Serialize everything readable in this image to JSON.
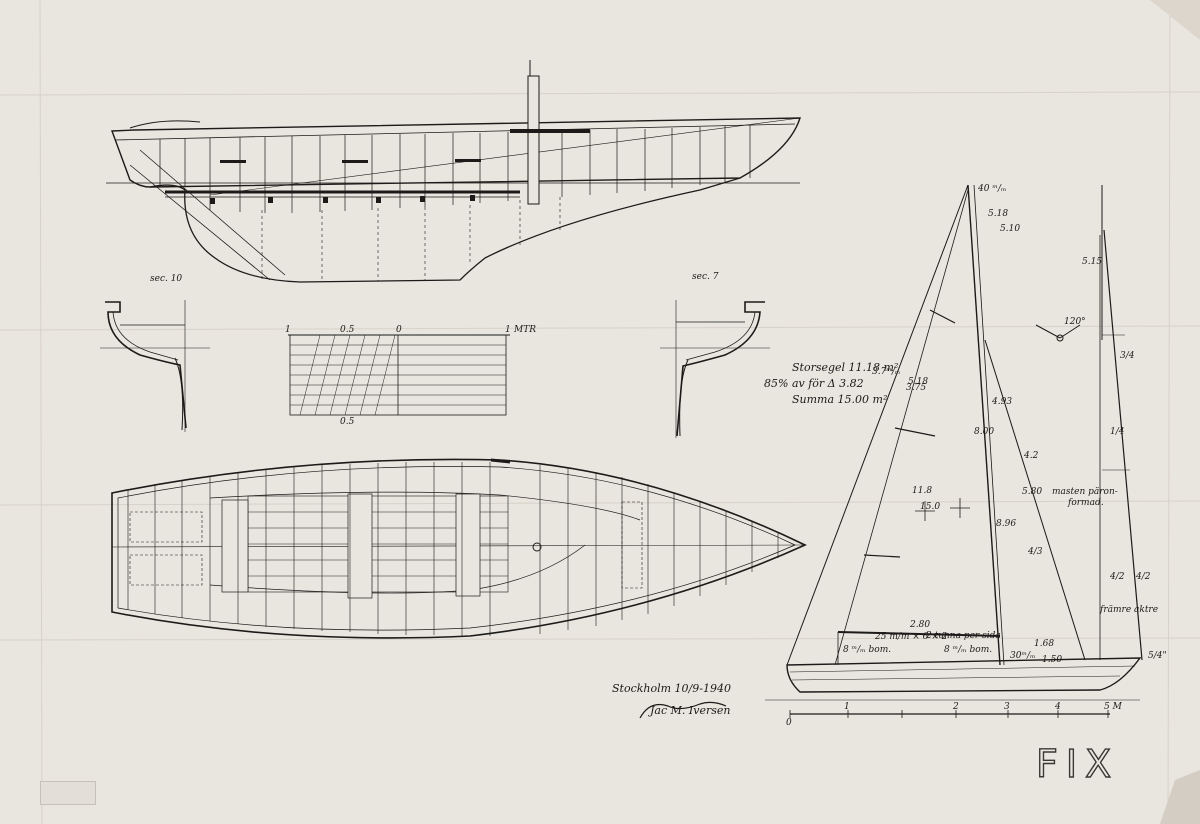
{
  "document": {
    "stamp_mark": "FIX",
    "place_date": "Stockholm 10/9-1940",
    "signature": "Jac M. Iversen"
  },
  "sections": {
    "left_label": "sec. 10",
    "right_label": "sec. 7"
  },
  "scale_grid": {
    "top_ticks": [
      "1",
      "0.5",
      "0",
      "1",
      "MTR"
    ],
    "bottom_tick": "0.5"
  },
  "sail_area": {
    "line1": "Storsegel  11.18 m²",
    "line2": "85% av för Δ  3.82",
    "line3": "Summa 15.00 m²"
  },
  "rig_dimensions": {
    "top": "40 ᵐ/ₘ",
    "masthead": "3.75",
    "d1": "5.18",
    "d2": "5.10",
    "forestay_low": "3.7ᵐ/ₘ",
    "jib_luff": "5.18",
    "leech": "4.93",
    "main_luff": "8.00",
    "luff_2": "8.96",
    "spreader": "4.2",
    "d3": "5.80",
    "d4": "4/3",
    "d5": "11.8",
    "d6": "15.0",
    "boom_len": "2.80",
    "boom_note": "25 m/m × 6 × 2",
    "boom_tag": "2 tunna per sida",
    "boom_a": "8 ᵐ/ₘ bom.",
    "boom_b": "8 ᵐ/ₘ bom.",
    "base_a": "1.68",
    "base_b": "1.50",
    "base_c": "30ᵐ/ₘ"
  },
  "mast_detail": {
    "angle": "120°",
    "top_dim": "5.15",
    "d_a": "3/4",
    "d_b": "1/4",
    "d_c": "4/2",
    "d_d": "4/2",
    "forward": "främre",
    "aft": "aktre",
    "note_line1": "masten päron-",
    "note_line2": "formad.",
    "foot": "5/4\""
  },
  "hull_scale": {
    "ticks": [
      "0",
      "1",
      "2",
      "3",
      "4",
      "5 M"
    ]
  }
}
